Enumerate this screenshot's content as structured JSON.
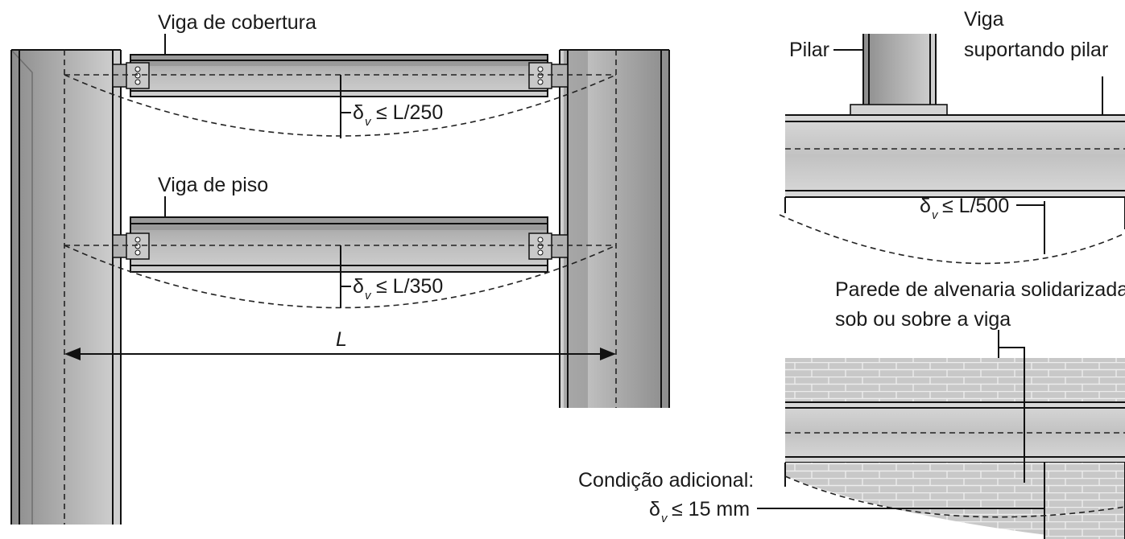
{
  "labels": {
    "roof_beam": "Viga de cobertura",
    "floor_beam": "Viga de piso",
    "span": "L",
    "pillar": "Pilar",
    "beam_supporting_pillar_line1": "Viga",
    "beam_supporting_pillar_line2": "suportando pilar",
    "masonry_wall_line1": "Parede de alvenaria solidarizada",
    "masonry_wall_line2": "sob ou sobre a viga",
    "additional_condition": "Condição adicional:"
  },
  "limits": {
    "delta_symbol": "δ",
    "delta_sub": "v",
    "roof_limit": "≤ L/250",
    "floor_limit": "≤ L/350",
    "pillar_beam_limit": "≤ L/500",
    "masonry_limit": "≤ 15 mm"
  },
  "colors": {
    "steel_light": "#c4c4c4",
    "steel_mid": "#a8a8a8",
    "steel_dark": "#8a8a8a",
    "line": "#111111"
  }
}
